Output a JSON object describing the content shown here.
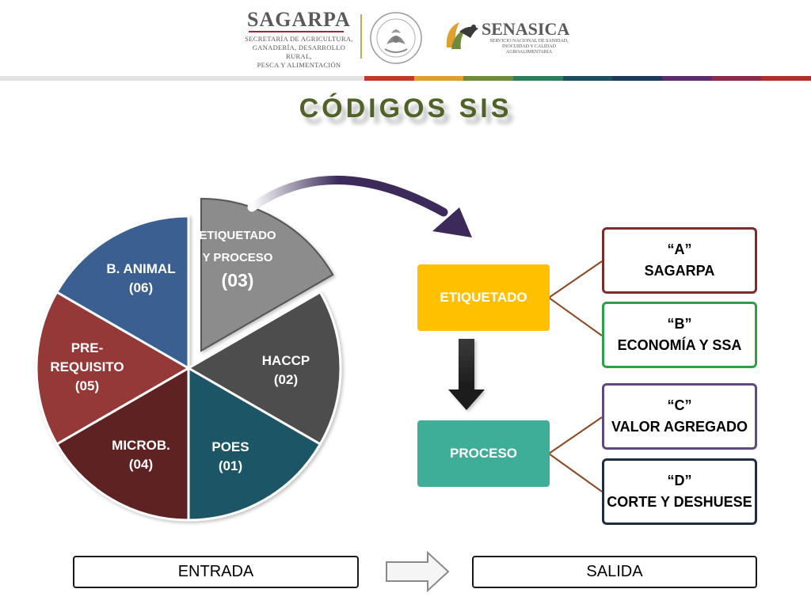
{
  "header": {
    "sagarpa": {
      "name": "SAGARPA",
      "subtitle_lines": [
        "SECRETARÍA DE AGRICULTURA,",
        "GANADERÍA, DESARROLLO RURAL,",
        "PESCA Y ALIMENTACIÓN"
      ]
    },
    "seal_icon": "mexican-coat-of-arms",
    "senasica": {
      "name": "SENASICA",
      "subtitle_lines": [
        "SERVICIO NACIONAL DE SANIDAD,",
        "INOCUIDAD Y CALIDAD",
        "AGROALIMENTARIA"
      ]
    },
    "color_bars": [
      "#c0392b",
      "#e0a030",
      "#6e8b3d",
      "#2e7d5b",
      "#1f4e5f",
      "#1d3a5a",
      "#5b2d6e",
      "#8e2a4a",
      "#b03030"
    ]
  },
  "title": "CÓDIGOS SIS",
  "pie": {
    "slices": [
      {
        "lines": [
          "ETIQUETADO",
          "Y PROCESO"
        ],
        "code": "(03)",
        "color": "#8c8c8c"
      },
      {
        "lines": [
          "HACCP"
        ],
        "code": "(02)",
        "color": "#4d4d4d"
      },
      {
        "lines": [
          "POES"
        ],
        "code": "(01)",
        "color": "#1f5766"
      },
      {
        "lines": [
          "MICROB."
        ],
        "code": "(04)",
        "color": "#5e2323"
      },
      {
        "lines": [
          "PRE-",
          "REQUISITO"
        ],
        "code": "(05)",
        "color": "#943838"
      },
      {
        "lines": [
          "B. ANIMAL"
        ],
        "code": "(06)",
        "color": "#3b5f91"
      }
    ]
  },
  "flow": {
    "etiquetado": {
      "label": "ETIQUETADO",
      "color": "#ffc000"
    },
    "proceso": {
      "label": "PROCESO",
      "color": "#3fae98"
    },
    "outputs": [
      {
        "letter": "“A”",
        "label": "SAGARPA",
        "border": "#7b2c2c"
      },
      {
        "letter": "“B”",
        "label": "ECONOMÍA Y SSA",
        "border": "#2e9e4a"
      },
      {
        "letter": "“C”",
        "label": "VALOR AGREGADO",
        "border": "#5f4a80"
      },
      {
        "letter": "“D”",
        "label": "CORTE Y DESHUESE",
        "border": "#1f2d44"
      }
    ]
  },
  "io": {
    "entrada": "ENTRADA",
    "salida": "SALIDA"
  }
}
